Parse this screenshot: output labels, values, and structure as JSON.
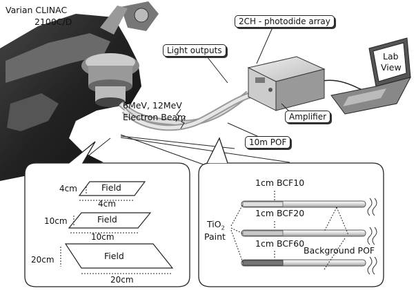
{
  "linac": {
    "name_line1": "Varian CLINAC",
    "name_line2": "2100C/D"
  },
  "beam": {
    "line1": "6MeV, 12MeV",
    "line2": "Electron Beam"
  },
  "callouts": {
    "photodiode": "2CH - photodide array",
    "light_outputs": "Light outputs",
    "amplifier": "Amplifier",
    "pof": "10m POF"
  },
  "laptop": {
    "line1": "Lab",
    "line2": "View"
  },
  "fields": [
    {
      "side": "4cm",
      "bottom": "4cm",
      "label": "Field"
    },
    {
      "side": "10cm",
      "bottom": "10cm",
      "label": "Field"
    },
    {
      "side": "20cm",
      "bottom": "20cm",
      "label": "Field"
    }
  ],
  "fibers": [
    {
      "label": "1cm BCF10",
      "core_color": "#e0e0e0"
    },
    {
      "label": "1cm BCF20",
      "core_color": "#c8c8c8"
    },
    {
      "label": "1cm BCF60",
      "core_color": "#777777"
    }
  ],
  "paint": {
    "line1": "TiO",
    "sub": "2",
    "line2": "Paint"
  },
  "background_pof": "Background POF"
}
